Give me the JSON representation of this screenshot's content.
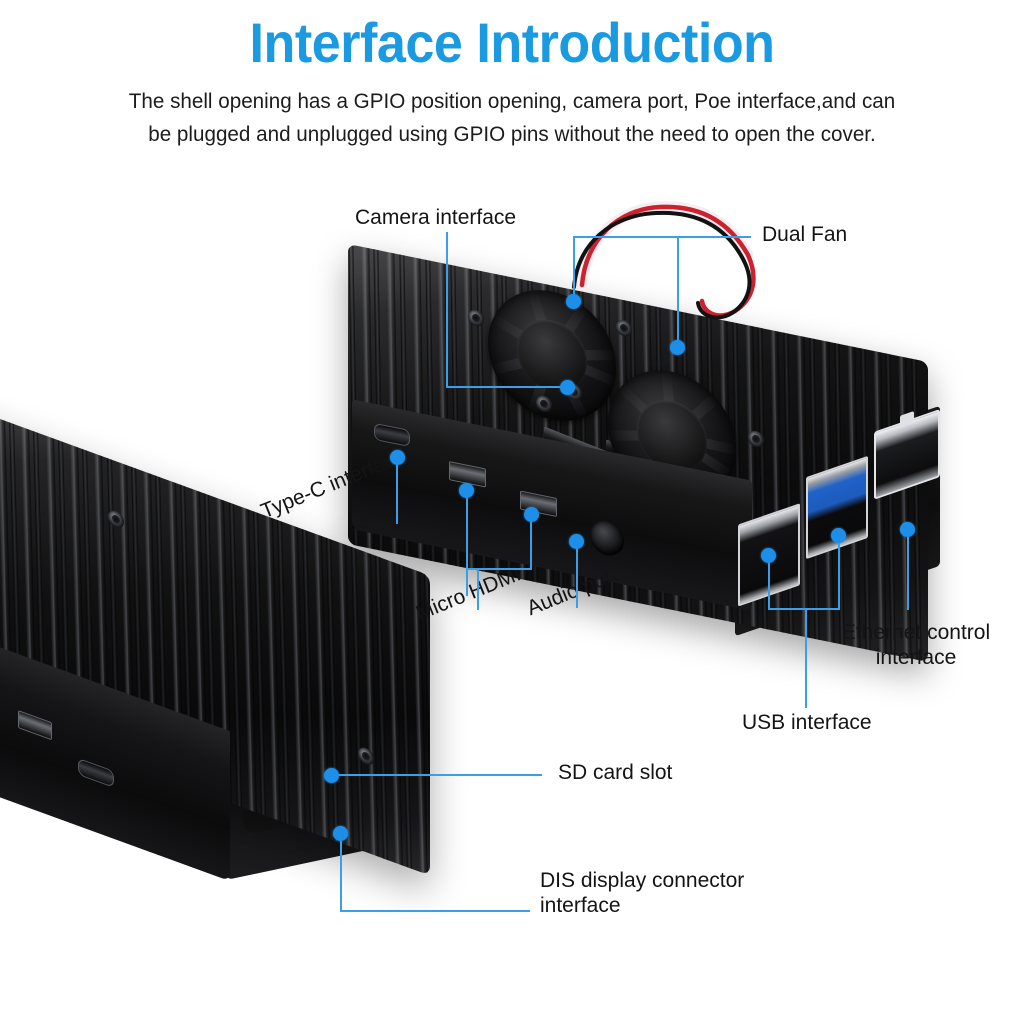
{
  "header": {
    "title": "Interface Introduction",
    "subtitle_line1": "The shell opening has a GPIO position opening, camera port, Poe interface,and can",
    "subtitle_line2": "be plugged and unplugged using GPIO pins without the need to open the cover."
  },
  "colors": {
    "title_blue": "#1a9ae0",
    "leader_line_blue": "#3b9fe8",
    "marker_dot_blue": "#1d8fe8",
    "text_black": "#141414",
    "background": "#ffffff",
    "case_black": "#101011",
    "usb3_blue": "#1d5bbd",
    "pcb_green": "#12532a",
    "wire_red": "#d62828",
    "wire_black": "#141414",
    "wire_white": "#f2eef0"
  },
  "callouts": [
    {
      "id": "camera-interface",
      "label": "Camera interface",
      "lines": 1
    },
    {
      "id": "dual-fan",
      "label": "Dual Fan",
      "lines": 1
    },
    {
      "id": "type-c-interface",
      "label": "Type-C interface",
      "lines": 1,
      "rotated": true
    },
    {
      "id": "micro-hdmi",
      "label": "Micro HDMI",
      "lines": 1,
      "rotated": true
    },
    {
      "id": "audio-port",
      "label": "Audio port",
      "lines": 1,
      "rotated": true
    },
    {
      "id": "ethernet-control",
      "label": "Ethernet control\ninterface",
      "lines": 2
    },
    {
      "id": "usb-interface",
      "label": "USB interface",
      "lines": 1
    },
    {
      "id": "sd-card-slot",
      "label": "SD card slot",
      "lines": 1
    },
    {
      "id": "dis-display",
      "label": "DIS display connector\ninterface",
      "lines": 2
    }
  ],
  "products": [
    {
      "id": "case-top-view",
      "name": "Raspberry Pi aluminum case with dual fans (top/front view)"
    },
    {
      "id": "case-bottom-left",
      "name": "Raspberry Pi aluminum case showing SD card slot and DIS connector"
    }
  ]
}
